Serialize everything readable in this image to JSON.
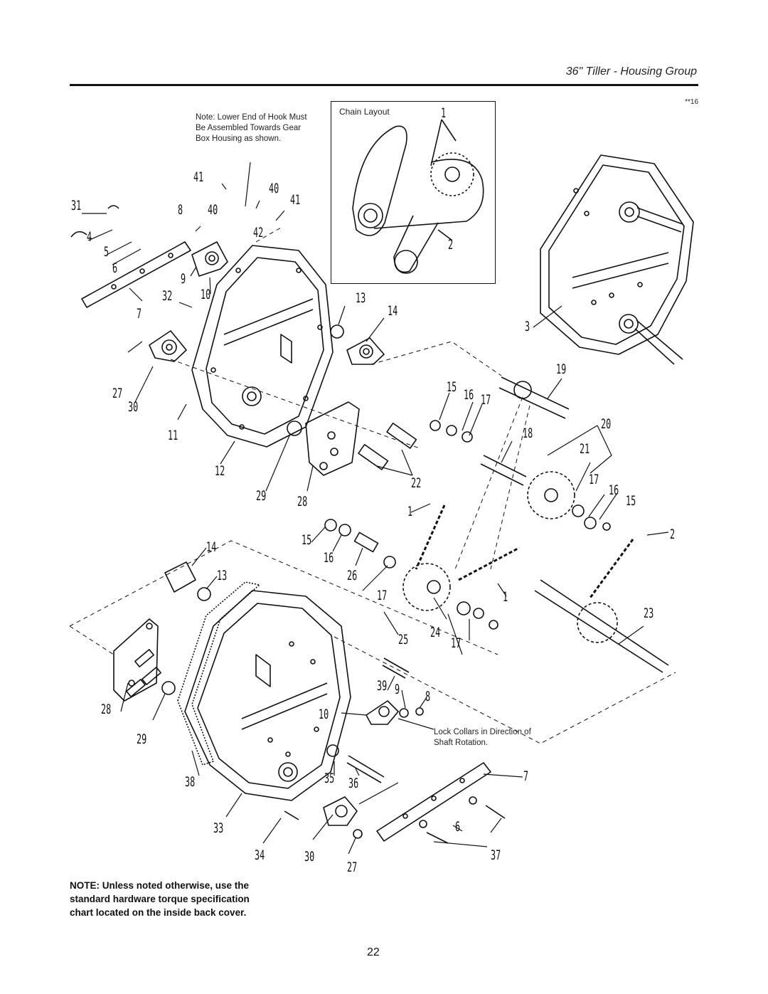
{
  "header": {
    "title": "36\" Tiller - Housing Group",
    "code": "**16"
  },
  "notes": {
    "hook": "Note: Lower End of Hook Must Be Assembled Towards Gear Box Housing as shown.",
    "chain_layout_title": "Chain Layout",
    "lock_collars": "Lock Collars in Direction of Shaft Rotation.",
    "torque": "NOTE: Unless noted otherwise, use the standard hardware torque specification chart located on the inside back cover."
  },
  "callouts": [
    "1",
    "2",
    "3",
    "4",
    "5",
    "6",
    "7",
    "8",
    "9",
    "10",
    "11",
    "12",
    "13",
    "14",
    "15",
    "16",
    "17",
    "18",
    "19",
    "20",
    "21",
    "22",
    "23",
    "24",
    "25",
    "26",
    "27",
    "28",
    "29",
    "30",
    "31",
    "32",
    "33",
    "34",
    "35",
    "36",
    "37",
    "38",
    "39",
    "40",
    "41",
    "42"
  ],
  "page_number": "22"
}
